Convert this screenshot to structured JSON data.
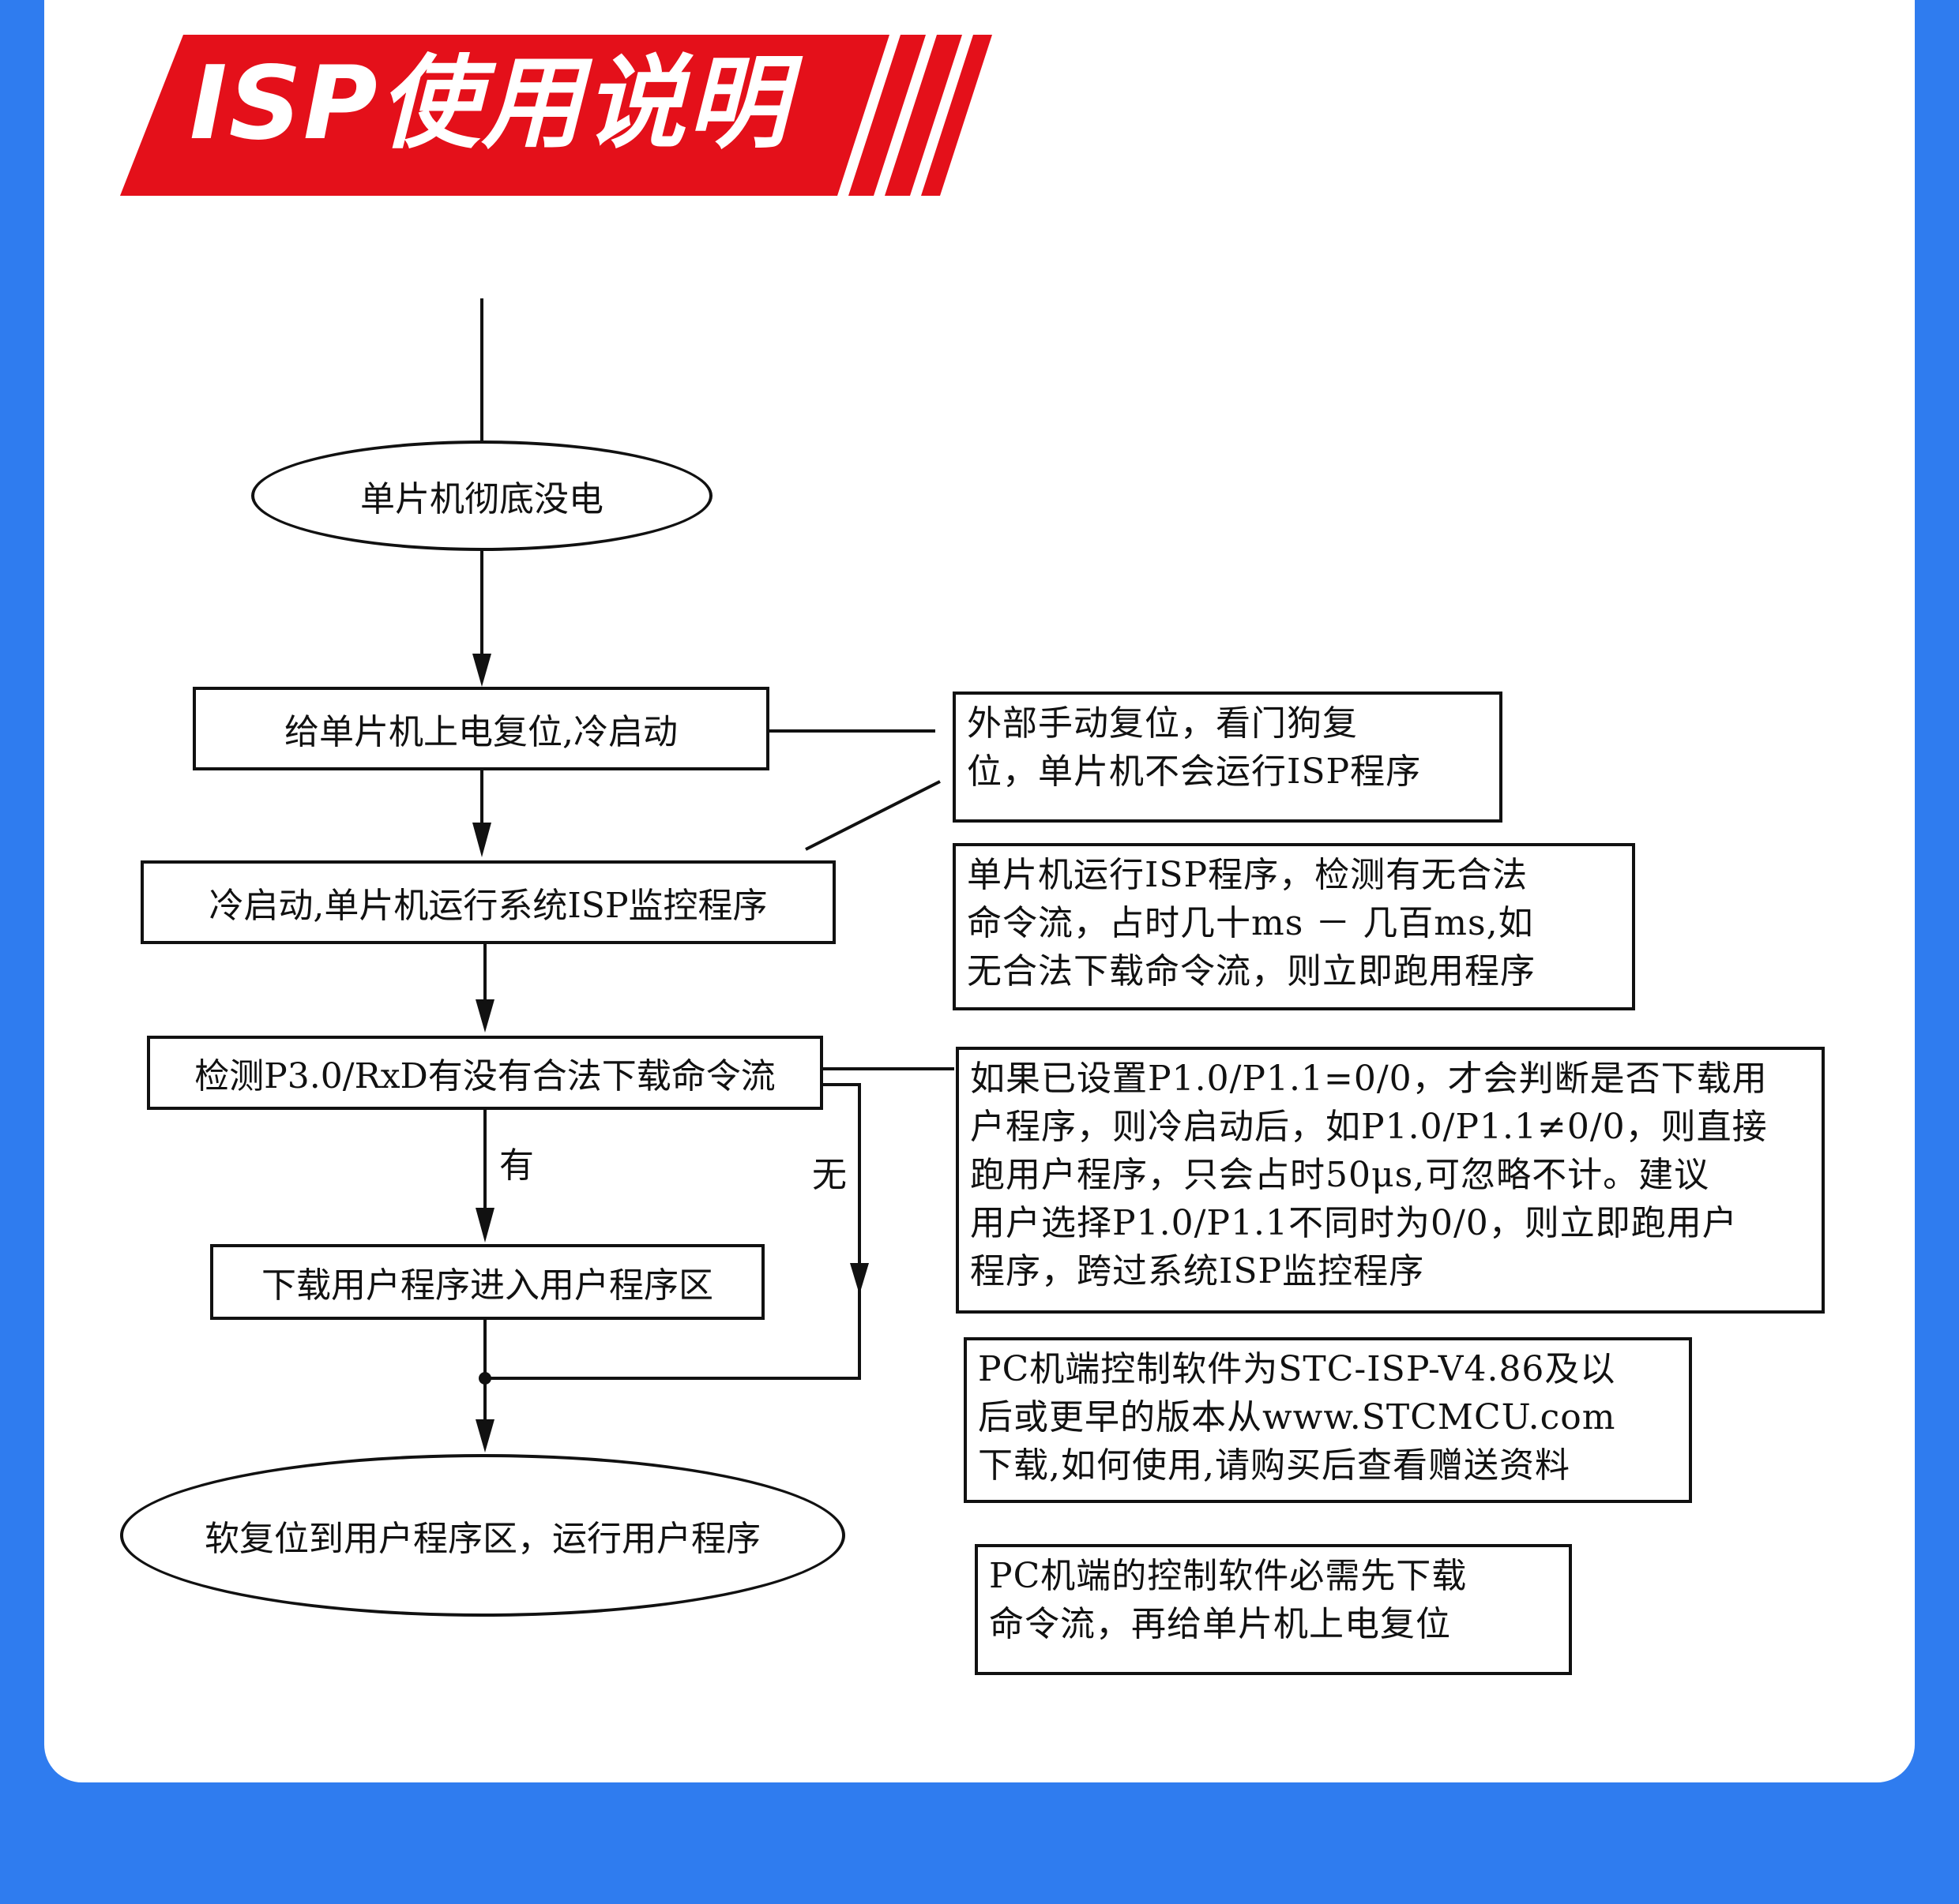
{
  "banner": {
    "title": "ISP使用说明",
    "color": "#e4101a"
  },
  "colors": {
    "page_background": "#2f7cef",
    "card_background": "#ffffff",
    "line": "#111111"
  },
  "flow": {
    "start": "单片机彻底没电",
    "steps": [
      "给单片机上电复位,冷启动",
      "冷启动,单片机运行系统ISP监控程序",
      "检测P3.0/RxD有没有合法下载命令流",
      "下载用户程序进入用户程序区"
    ],
    "branch_yes": "有",
    "branch_no": "无",
    "end": "软复位到用户程序区，运行用户程序"
  },
  "notes": [
    {
      "lines": [
        "外部手动复位，看门狗复",
        "位，单片机不会运行ISP程序"
      ]
    },
    {
      "lines": [
        "单片机运行ISP程序，检测有无合法",
        "命令流，占时几十ms － 几百ms,如",
        "无合法下载命令流，则立即跑用程序"
      ]
    },
    {
      "lines": [
        "如果已设置P1.0/P1.1=0/0，才会判断是否下载用",
        "户程序，则冷启动后，如P1.0/P1.1≠0/0，则直接",
        "跑用户程序，只会占时50μs,可忽略不计。建议",
        "用户选择P1.0/P1.1不同时为0/0，则立即跑用户",
        "程序，跨过系统ISP监控程序"
      ]
    },
    {
      "lines": [
        "PC机端控制软件为STC-ISP-V4.86及以",
        "后或更早的版本从www.STCMCU.com",
        "下载,如何使用,请购买后查看赠送资料"
      ]
    },
    {
      "lines": [
        "PC机端的控制软件必需先下载",
        "命令流，再给单片机上电复位"
      ]
    }
  ]
}
